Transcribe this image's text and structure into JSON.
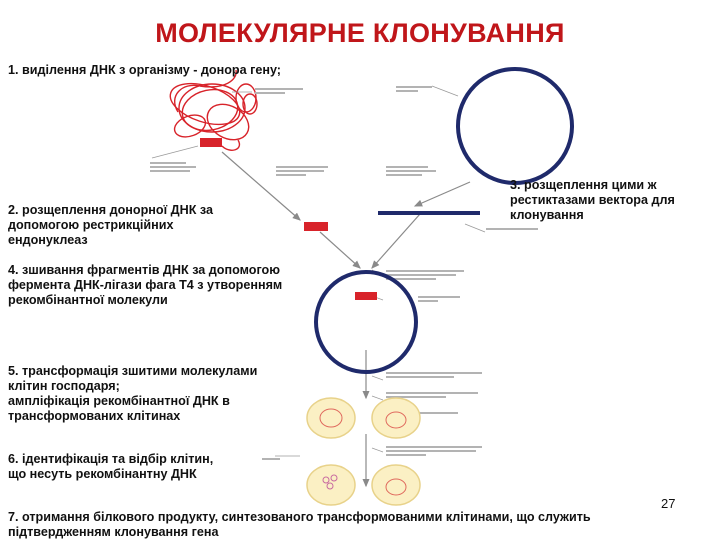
{
  "title": "МОЛЕКУЛЯРНЕ КЛОНУВАННЯ",
  "steps": {
    "s1": "1. виділення ДНК з організму - донора гену;",
    "s2": "2. розщеплення донорної ДНК за\nдопомогою рестрикційних\nендонуклеаз",
    "s3": "3. розщеплення цими ж\nрестиктазами вектора для\nклонування",
    "s4": "4. зшивання фрагментів ДНК за допомогою\nфермента ДНК-лігази фага Т4 з утворенням\nрекомбінантної молекули",
    "s5": "5. трансформація зшитими молекулами\nклітин господаря;\nампліфікація рекомбінантної ДНК в\nтрансформованих клітинах",
    "s6": "6. ідентифікація та відбір клітин,\nщо несуть рекомбінантну ДНК",
    "s7": "7. отримання білкового продукту, синтезованого трансформованими клітинами, що служить\nпідтвердженням клонування гена"
  },
  "page_number": "27",
  "colors": {
    "title": "#c0161a",
    "dna_red": "#d8232a",
    "vector_navy": "#1f2a6b",
    "cell_fill": "#fbf0c4",
    "cell_border": "#e8d28a",
    "label_gray": "#7c7c7c"
  }
}
